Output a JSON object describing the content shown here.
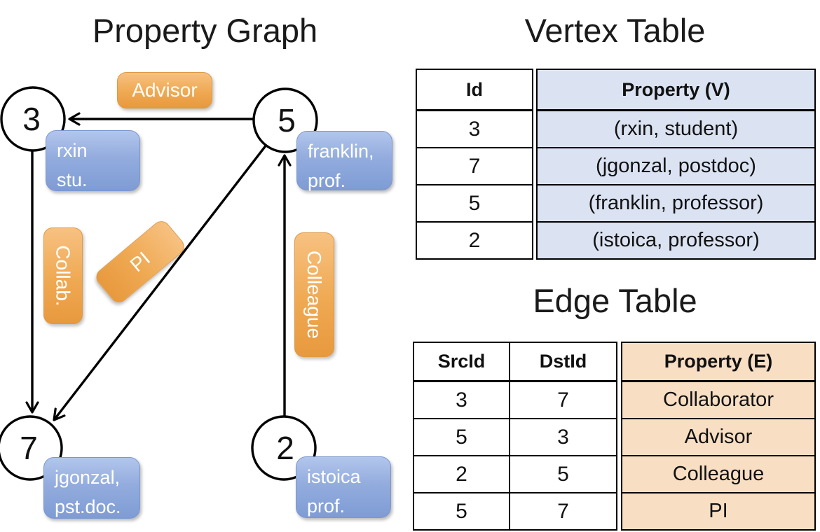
{
  "graph": {
    "title": "Property Graph",
    "nodes": [
      {
        "id": "3",
        "label": "3"
      },
      {
        "id": "5",
        "label": "5"
      },
      {
        "id": "7",
        "label": "7"
      },
      {
        "id": "2",
        "label": "2"
      }
    ],
    "vertex_boxes": [
      {
        "name": "rxin",
        "lines": [
          "rxin",
          "stu."
        ]
      },
      {
        "name": "franklin",
        "lines": [
          "franklin,",
          "prof."
        ]
      },
      {
        "name": "jgonzal",
        "lines": [
          "jgonzal,",
          "pst.doc."
        ]
      },
      {
        "name": "istoica",
        "lines": [
          "istoica",
          "prof."
        ]
      }
    ],
    "edge_labels": {
      "advisor": "Advisor",
      "collab": "Collab.",
      "pi": "PI",
      "colleague": "Colleague"
    }
  },
  "vertex_table": {
    "title": "Vertex Table",
    "headers": {
      "id": "Id",
      "property": "Property (V)"
    },
    "rows": [
      {
        "id": "3",
        "property": "(rxin, student)"
      },
      {
        "id": "7",
        "property": "(jgonzal, postdoc)"
      },
      {
        "id": "5",
        "property": "(franklin, professor)"
      },
      {
        "id": "2",
        "property": "(istoica, professor)"
      }
    ]
  },
  "edge_table": {
    "title": "Edge Table",
    "headers": {
      "src": "SrcId",
      "dst": "DstId",
      "property": "Property (E)"
    },
    "rows": [
      {
        "src": "3",
        "dst": "7",
        "property": "Collaborator"
      },
      {
        "src": "5",
        "dst": "3",
        "property": "Advisor"
      },
      {
        "src": "2",
        "dst": "5",
        "property": "Colleague"
      },
      {
        "src": "5",
        "dst": "7",
        "property": "PI"
      }
    ]
  },
  "colors": {
    "edge_label_orange": "#EFA952",
    "vertex_box_blue": "#8FA9DC",
    "vertex_table_fill": "#DBE3F3",
    "edge_table_fill": "#F8DFC3",
    "line_black": "#000000"
  }
}
